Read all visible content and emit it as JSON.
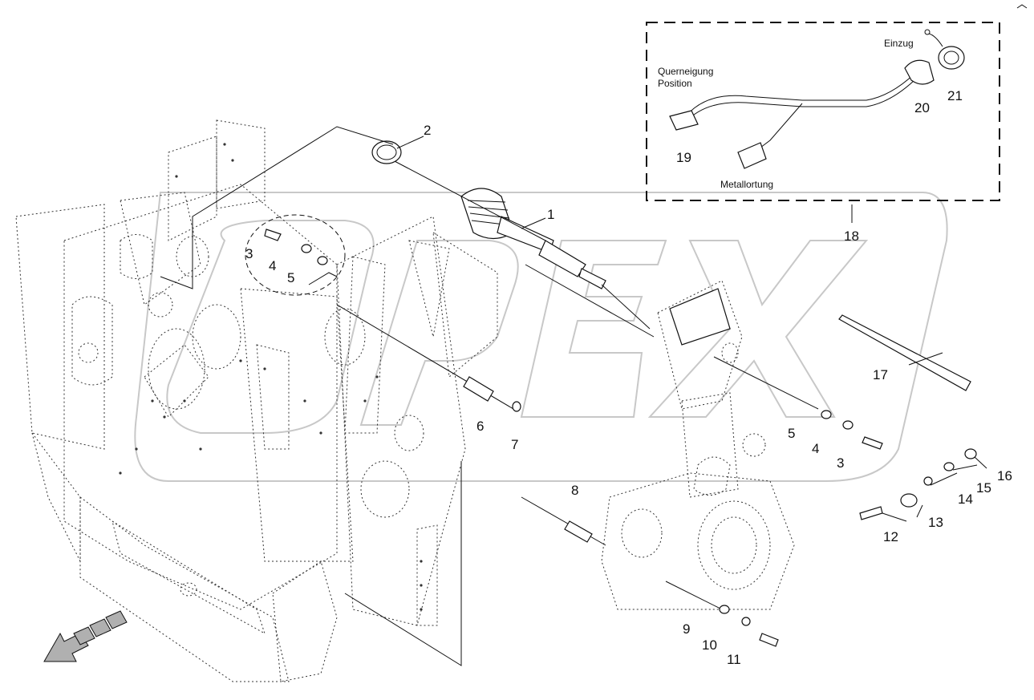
{
  "watermark": {
    "text": "OPEX"
  },
  "callouts": {
    "n1": "1",
    "n2": "2",
    "n3a": "3",
    "n3b": "3",
    "n4a": "4",
    "n4b": "4",
    "n5a": "5",
    "n5b": "5",
    "n6": "6",
    "n7": "7",
    "n8": "8",
    "n9": "9",
    "n10": "10",
    "n11": "11",
    "n12": "12",
    "n13": "13",
    "n14": "14",
    "n15": "15",
    "n16": "16",
    "n17": "17",
    "n18": "18",
    "n19": "19",
    "n20": "20",
    "n21": "21"
  },
  "inset_labels": {
    "einzug": "Einzug",
    "querneigung": "Querneigung",
    "position": "Position",
    "metallortung": "Metallortung"
  },
  "colors": {
    "line": "#111111",
    "watermark": "#c8c8c8",
    "background": "#ffffff",
    "arrow_fill": "#b0b0b0"
  }
}
